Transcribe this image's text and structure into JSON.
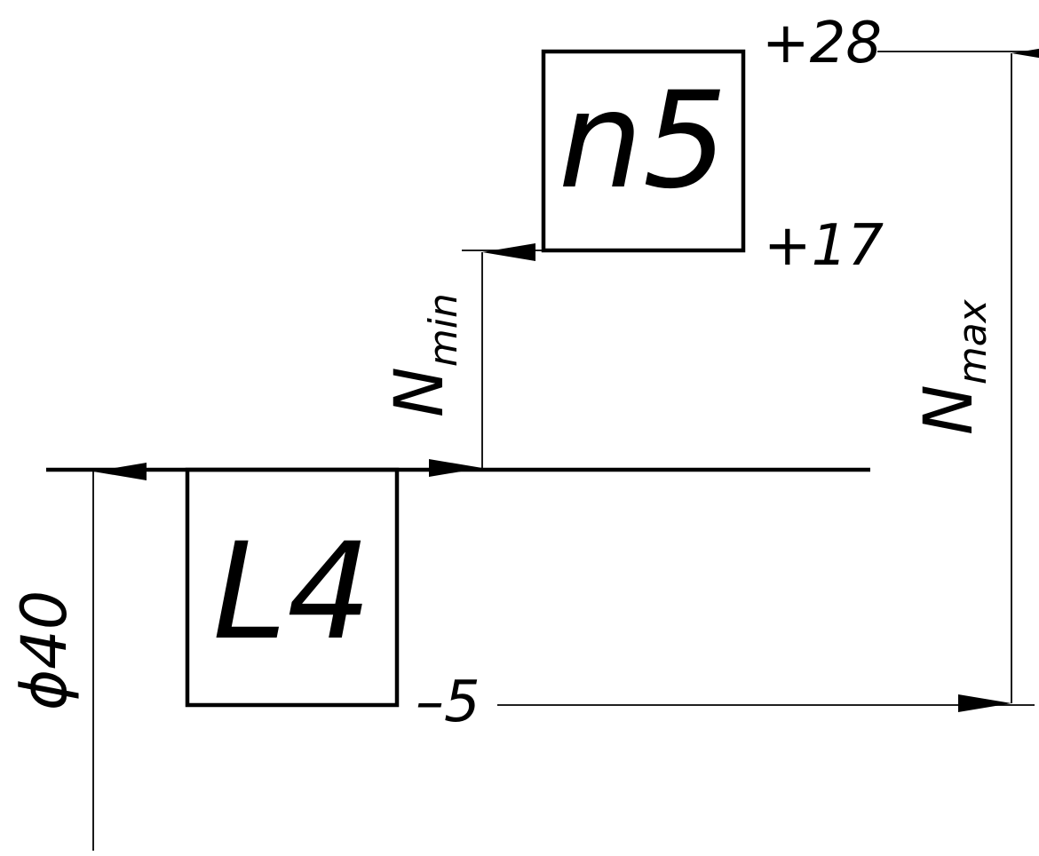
{
  "diagram": {
    "shaft_zone": {
      "label": "n5",
      "upper_deviation": "+28",
      "lower_deviation": "+17"
    },
    "hole_zone": {
      "label": "L4",
      "upper_deviation": "",
      "lower_deviation": "–5"
    },
    "nominal_size": "ϕ40",
    "n_min": {
      "symbol": "N",
      "subscript": "min"
    },
    "n_max": {
      "symbol": "N",
      "subscript": "max"
    }
  }
}
